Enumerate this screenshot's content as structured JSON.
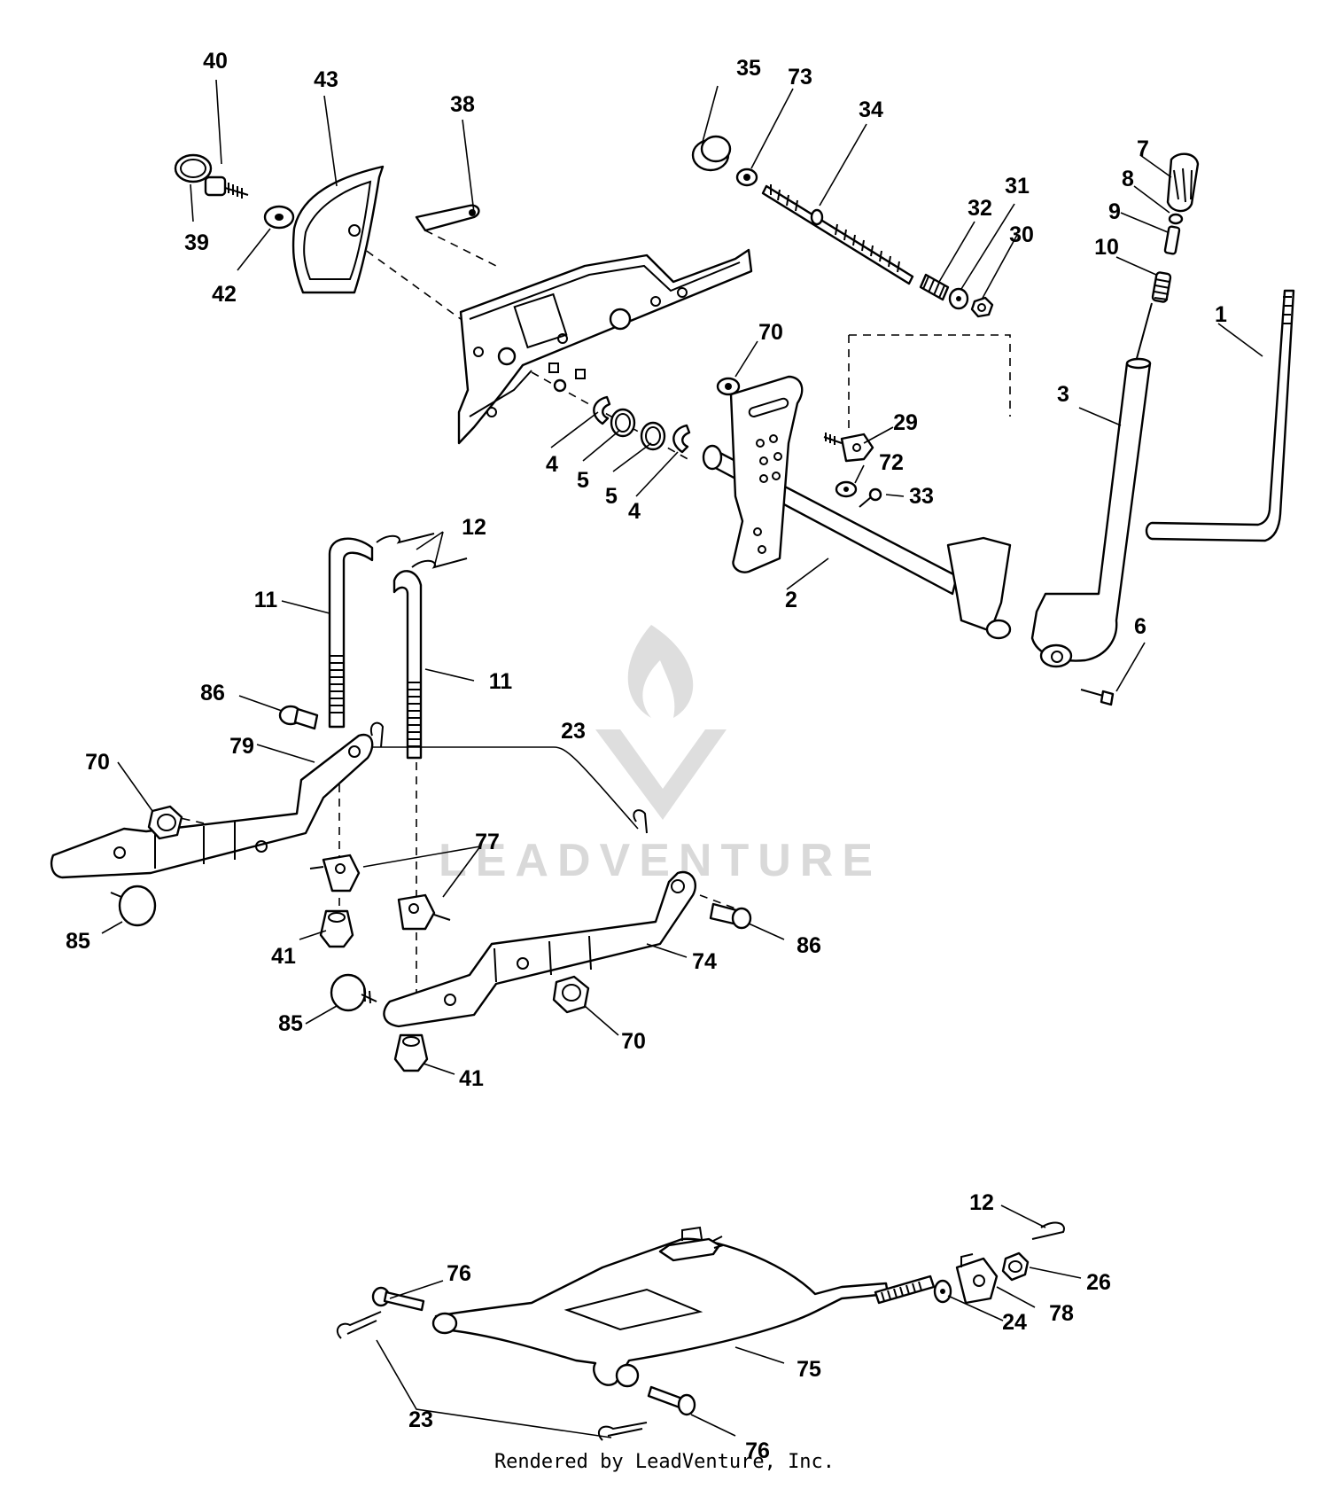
{
  "watermark": {
    "text": "LEADVENTURE"
  },
  "credit": {
    "text": "Rendered by LeadVenture, Inc."
  },
  "callouts": [
    {
      "id": "c40",
      "label": "40"
    },
    {
      "id": "c43",
      "label": "43"
    },
    {
      "id": "c38",
      "label": "38"
    },
    {
      "id": "c39",
      "label": "39"
    },
    {
      "id": "c42",
      "label": "42"
    },
    {
      "id": "c35",
      "label": "35"
    },
    {
      "id": "c73",
      "label": "73"
    },
    {
      "id": "c34",
      "label": "34"
    },
    {
      "id": "c7",
      "label": "7"
    },
    {
      "id": "c8",
      "label": "8"
    },
    {
      "id": "c9",
      "label": "9"
    },
    {
      "id": "c10",
      "label": "10"
    },
    {
      "id": "c32",
      "label": "32"
    },
    {
      "id": "c31",
      "label": "31"
    },
    {
      "id": "c30",
      "label": "30"
    },
    {
      "id": "c1",
      "label": "1"
    },
    {
      "id": "c70a",
      "label": "70"
    },
    {
      "id": "c3",
      "label": "3"
    },
    {
      "id": "c29",
      "label": "29"
    },
    {
      "id": "c72",
      "label": "72"
    },
    {
      "id": "c33",
      "label": "33"
    },
    {
      "id": "c4a",
      "label": "4"
    },
    {
      "id": "c5a",
      "label": "5"
    },
    {
      "id": "c5b",
      "label": "5"
    },
    {
      "id": "c4b",
      "label": "4"
    },
    {
      "id": "c12a",
      "label": "12"
    },
    {
      "id": "c11a",
      "label": "11"
    },
    {
      "id": "c11b",
      "label": "11"
    },
    {
      "id": "c2",
      "label": "2"
    },
    {
      "id": "c6",
      "label": "6"
    },
    {
      "id": "c86a",
      "label": "86"
    },
    {
      "id": "c79",
      "label": "79"
    },
    {
      "id": "c70b",
      "label": "70"
    },
    {
      "id": "c23a",
      "label": "23"
    },
    {
      "id": "c77",
      "label": "77"
    },
    {
      "id": "c85a",
      "label": "85"
    },
    {
      "id": "c41a",
      "label": "41"
    },
    {
      "id": "c86b",
      "label": "86"
    },
    {
      "id": "c74",
      "label": "74"
    },
    {
      "id": "c85b",
      "label": "85"
    },
    {
      "id": "c70c",
      "label": "70"
    },
    {
      "id": "c41b",
      "label": "41"
    },
    {
      "id": "c12b",
      "label": "12"
    },
    {
      "id": "c26",
      "label": "26"
    },
    {
      "id": "c76a",
      "label": "76"
    },
    {
      "id": "c24",
      "label": "24"
    },
    {
      "id": "c78",
      "label": "78"
    },
    {
      "id": "c75",
      "label": "75"
    },
    {
      "id": "c23b",
      "label": "23"
    },
    {
      "id": "c76b",
      "label": "76"
    }
  ]
}
